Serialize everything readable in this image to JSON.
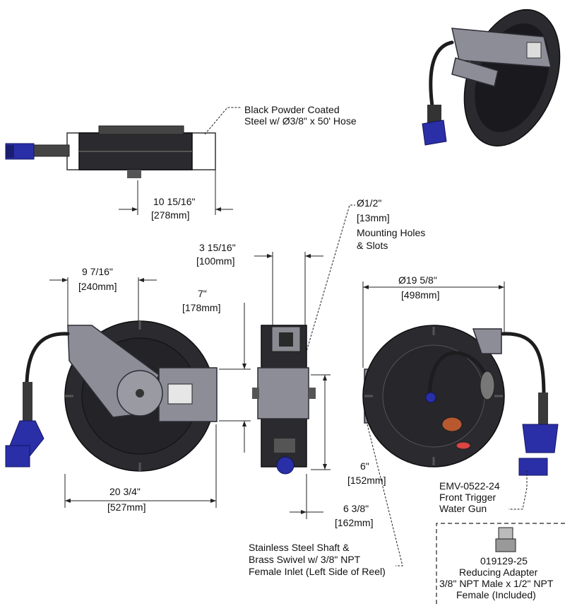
{
  "callouts": {
    "top_view_l1": "Black Powder Coated",
    "top_view_l2": "Steel w/  Ø3/8\" x 50' Hose",
    "holes_dia": "Ø1/2\"",
    "holes_mm": "[13mm]",
    "holes_l1": "Mounting Holes",
    "holes_l2": "& Slots",
    "gun_l1": "EMV-0522-24",
    "gun_l2": "Front Trigger",
    "gun_l3": "Water Gun",
    "shaft_l1": "Stainless Steel Shaft &",
    "shaft_l2": "Brass Swivel w/ 3/8\" NPT",
    "shaft_l3": "Female Inlet (Left Side of Reel)",
    "adapter_l1": "019129-25",
    "adapter_l2": "Reducing Adapter",
    "adapter_l3": "3/8\" NPT Male x 1/2\" NPT",
    "adapter_l4": "Female (Included)"
  },
  "dimensions": {
    "top_width_in": "10 15/16\"",
    "top_width_mm": "[278mm]",
    "depth_in": "3 15/16\"",
    "depth_mm": "[100mm]",
    "plate_w_in": "9 7/16\"",
    "plate_w_mm": "[240mm]",
    "plate_h_in": "7\"",
    "plate_h_mm": "[178mm]",
    "diameter_in": "Ø19 5/8\"",
    "diameter_mm": "[498mm]",
    "overall_w_in": "20 3/4\"",
    "overall_w_mm": "[527mm]",
    "hub_h_in": "6\"",
    "hub_h_mm": "[152mm]",
    "side_w_in": "6 3/8\"",
    "side_w_mm": "[162mm]"
  },
  "colors": {
    "reel_body": "#2a2a2f",
    "mount_plate": "#8d8d97",
    "gun_blue": "#2a2fa8",
    "hose": "#1d1d1f"
  }
}
